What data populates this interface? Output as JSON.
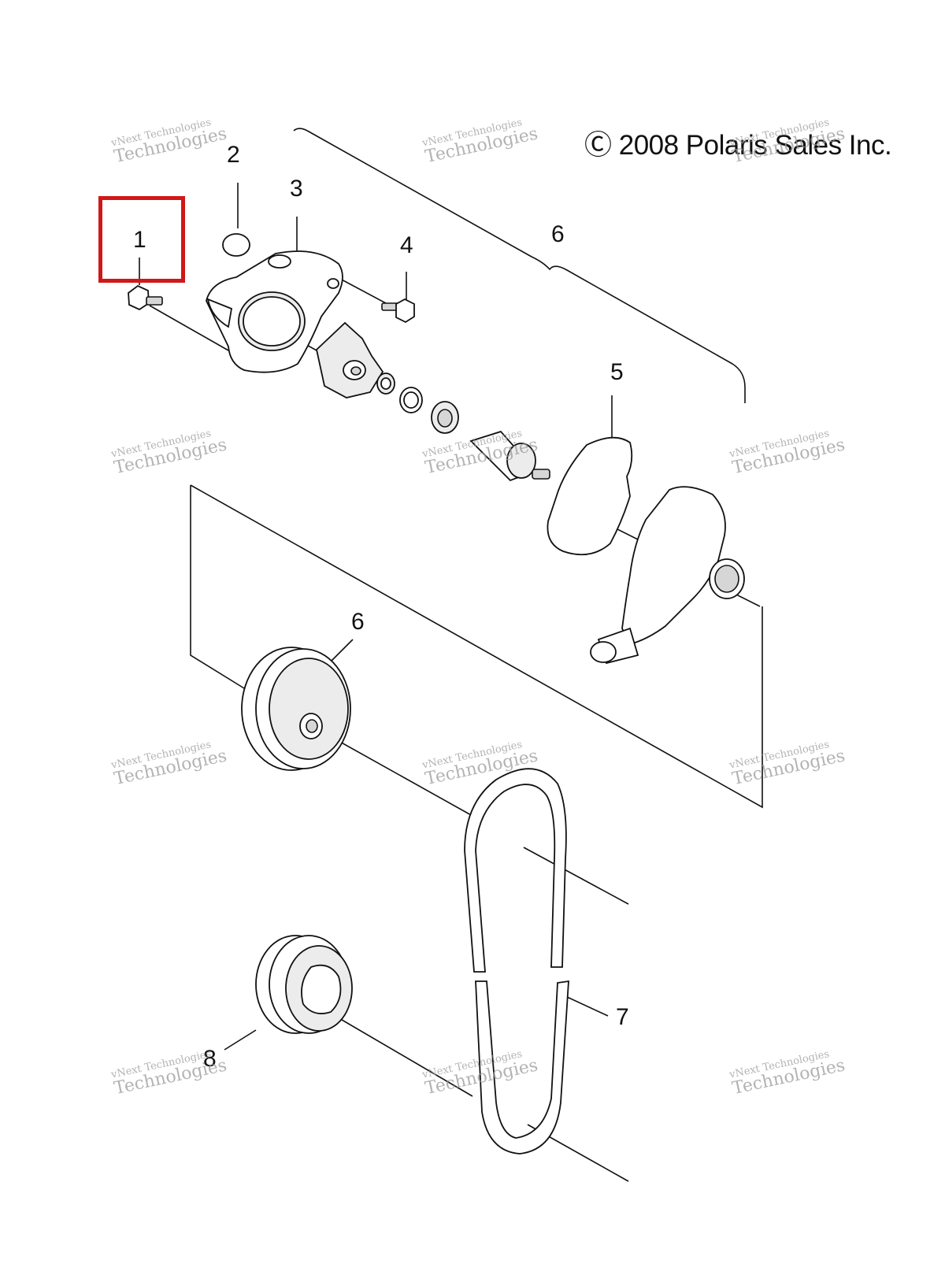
{
  "copyright": "Ⓒ 2008 Polaris Sales Inc.",
  "watermark": {
    "line1": "vNext Technologies",
    "line2": "Technologies"
  },
  "callouts": [
    {
      "id": "1",
      "label": "1"
    },
    {
      "id": "2",
      "label": "2"
    },
    {
      "id": "3",
      "label": "3"
    },
    {
      "id": "4",
      "label": "4"
    },
    {
      "id": "6a",
      "label": "6"
    },
    {
      "id": "5",
      "label": "5"
    },
    {
      "id": "6b",
      "label": "6"
    },
    {
      "id": "7",
      "label": "7"
    },
    {
      "id": "8",
      "label": "8"
    }
  ],
  "highlight": {
    "callout": "1",
    "color": "#d01818"
  }
}
